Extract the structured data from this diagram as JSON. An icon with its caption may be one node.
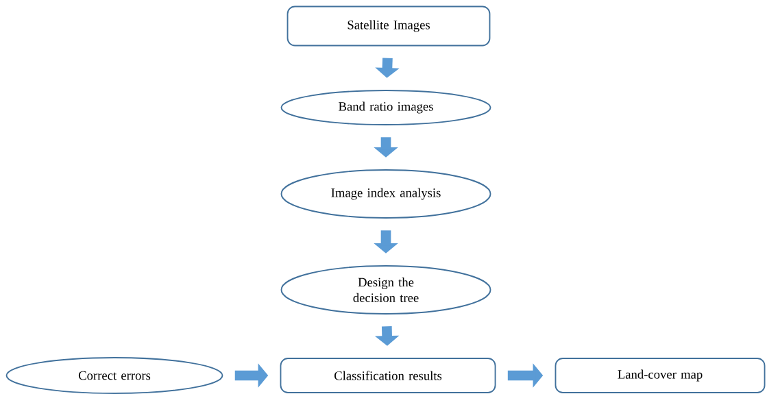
{
  "diagram": {
    "nodes": [
      {
        "text": [
          "Satellite Images"
        ]
      },
      {
        "text": [
          "Band ratio images"
        ]
      },
      {
        "text": [
          "Image index analysis"
        ]
      },
      {
        "text": [
          "Design the decision tree"
        ]
      },
      {
        "text": [
          "Correct errors"
        ]
      },
      {
        "text": [
          "Classification results"
        ]
      },
      {
        "text": [
          "Land-cover map"
        ]
      }
    ],
    "edges": [
      {
        "from": 0,
        "to": 1,
        "arrow": "to"
      },
      {
        "from": 1,
        "to": 2,
        "arrow": "to"
      },
      {
        "from": 2,
        "to": 3,
        "arrow": "to"
      },
      {
        "from": 3,
        "to": 5,
        "arrow": "to"
      },
      {
        "from": 4,
        "to": 5,
        "arrow": "to"
      },
      {
        "from": 5,
        "to": 6,
        "arrow": "to"
      }
    ]
  }
}
